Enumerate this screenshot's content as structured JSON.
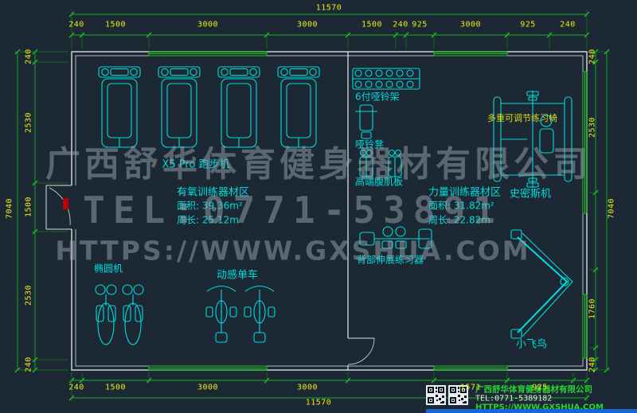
{
  "drawing": {
    "watermark": {
      "company": "广西舒华体育健身器材有限公司",
      "tel": "TEL:0771-53891",
      "url": "HTTPS://WWW.GXSHUA.COM"
    },
    "footer": {
      "company": "广西舒华体育健身器材有限公司",
      "tel": "TEL:0771-5389182",
      "url": "HTTPS://WWW.GXSHUA.COM"
    },
    "dims": {
      "top_total": "11570",
      "bottom_total": "11570",
      "left_total": "7040",
      "right_total": "7040",
      "top": [
        "240",
        "1500",
        "3000",
        "3000",
        "1500",
        "240",
        "925",
        "3000",
        "925",
        "240"
      ],
      "bottom": [
        "240",
        "1500",
        "3000",
        "3000",
        "1571",
        "925"
      ],
      "left": [
        "240",
        "2530",
        "1500",
        "2530",
        "240"
      ],
      "right": [
        "240",
        "2530",
        "1760",
        "240"
      ]
    },
    "labels": {
      "treadmill": "X5 Pro 跑步机",
      "aerobic_zone": "有氧训练器材区",
      "aerobic_area": "面积: 39.36m²",
      "aerobic_perimeter": "周长: 25.12m",
      "dumbbell_rack": "6付哑铃架",
      "dumbbell_bench": "哑铃凳",
      "ab_board": "高端腹肌板",
      "strength_zone": "力量训练器材区",
      "strength_area": "面积: 31.82m²",
      "strength_perimeter": "周长: 22.82m",
      "smith": "史密斯机",
      "adj_bench": "多重可调节练习椅",
      "back_ext": "背部伸展练习器",
      "elliptical": "椭圆机",
      "spin_bike": "动感单车",
      "cable_fly": "小飞鸟"
    },
    "colors": {
      "background": "#1c2833",
      "equipment": "#00dcdc",
      "dimension_text": "#e8ec1a",
      "dimension_line": "#12b41e",
      "wall": "#d8dde2",
      "footer_green": "#2ad232",
      "accent_blue": "#1568d4",
      "marker_red": "#c00000"
    }
  }
}
